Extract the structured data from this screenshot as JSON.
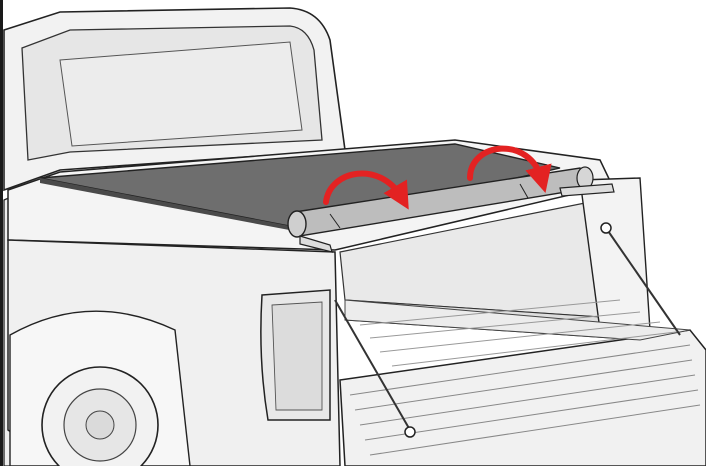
{
  "illustration": {
    "subject": "pickup-truck-roll-up-tonneau-cover",
    "colors": {
      "background": "#ffffff",
      "line": "#222222",
      "body_light": "#f0f0f0",
      "body_shade": "#dcdcdc",
      "cover": "#6e6e6e",
      "cover_dark": "#4a4a4a",
      "arrow": "#e32222"
    },
    "arrows": [
      {
        "id": "front-roll-arrow",
        "direction": "clockwise"
      },
      {
        "id": "rear-roll-arrow",
        "direction": "clockwise"
      }
    ]
  }
}
